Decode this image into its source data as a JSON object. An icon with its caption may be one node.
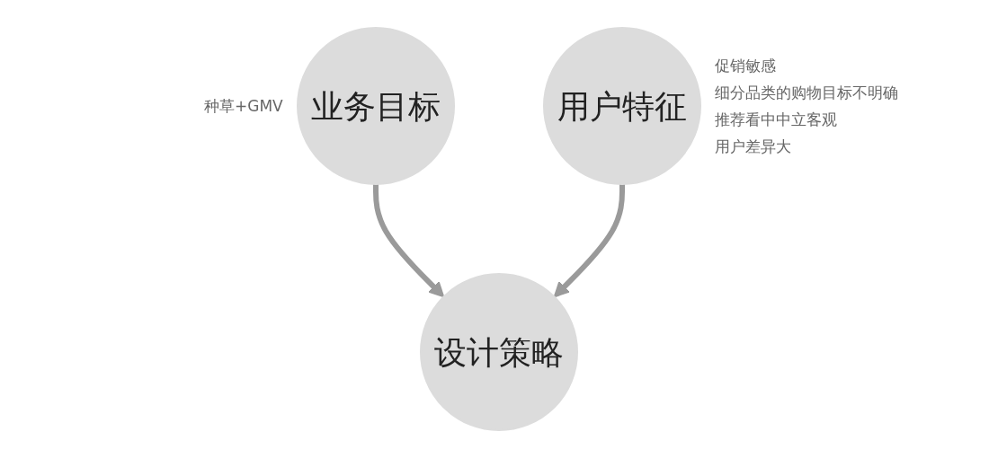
{
  "diagram": {
    "nodes": [
      {
        "text": [
          "业务目标"
        ],
        "beside": [
          "种草+GMV"
        ]
      },
      {
        "text": [
          "用户特征"
        ],
        "beside": [
          "促销敏感",
          "细分品类的购物目标不明确",
          "推荐看中中立客观",
          "用户差异大"
        ]
      },
      {
        "text": [
          "设计策略"
        ]
      }
    ],
    "edges": [
      {
        "from": 0,
        "to": 2,
        "arrow": "to"
      },
      {
        "from": 1,
        "to": 2,
        "arrow": "to"
      }
    ]
  }
}
